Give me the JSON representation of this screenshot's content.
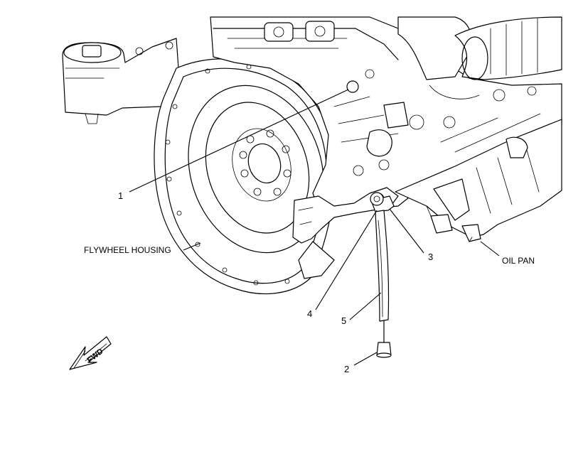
{
  "labels": {
    "flywheel_housing": "FLYWHEEL HOUSING",
    "oil_pan": "OIL PAN",
    "forward": "FWD"
  },
  "callouts": {
    "c1": "1",
    "c2": "2",
    "c3": "3",
    "c4": "4",
    "c5": "5"
  }
}
